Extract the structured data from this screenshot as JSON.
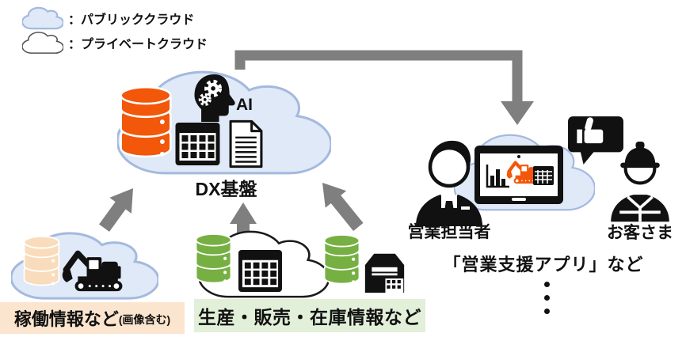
{
  "title": "DX platform data flow diagram",
  "colors": {
    "public_cloud_fill": "#dfe9f7",
    "public_cloud_border": "#a4b9de",
    "private_cloud_border": "#1a1a1a",
    "database_orange": "#f2570a",
    "database_green": "#76b043",
    "database_peach": "#f9dcbc",
    "arrow_gray": "#7f7f7f",
    "banner_peach_bg": "#fbe5cf",
    "banner_green_bg": "#e2efd9",
    "icon_black": "#111111"
  },
  "legend": {
    "public_label": "：パブリッククラウド",
    "private_label": "：プライベートクラウド"
  },
  "dx": {
    "ai_label": "AI",
    "label": "DX基盤"
  },
  "sales": {
    "person_label": "営業担当者",
    "app_note": "「営業支援アプリ」など"
  },
  "customer": {
    "label": "お客さま"
  },
  "sources": {
    "operation": {
      "label": "稼働情報など",
      "note": "(画像含む)"
    },
    "production": {
      "label": "生産・販売・在庫情報など"
    }
  },
  "icons": {
    "legend_public": "public-cloud",
    "legend_private": "private-cloud",
    "dx_cloud": "public-cloud",
    "dx_database": "database-cylinder-orange",
    "dx_ai": "head-with-gears",
    "dx_table": "data-table-grid",
    "dx_document": "document-sheet",
    "operation_cloud": "public-cloud",
    "operation_database": "database-cylinder-peach",
    "operation_machine": "excavator",
    "production_cloud": "private-cloud",
    "production_database": "database-cylinder-green",
    "production_table": "data-table-grid",
    "inventory_database": "database-cylinder-green",
    "inventory_building": "warehouse",
    "sales_cloud": "public-cloud",
    "sales_person": "business-person",
    "sales_tablet": "tablet-with-chart-and-excavator",
    "feedback": "thumbs-up-speech-bubble",
    "customer": "construction-worker",
    "arrows": "gray-flow-arrows"
  }
}
